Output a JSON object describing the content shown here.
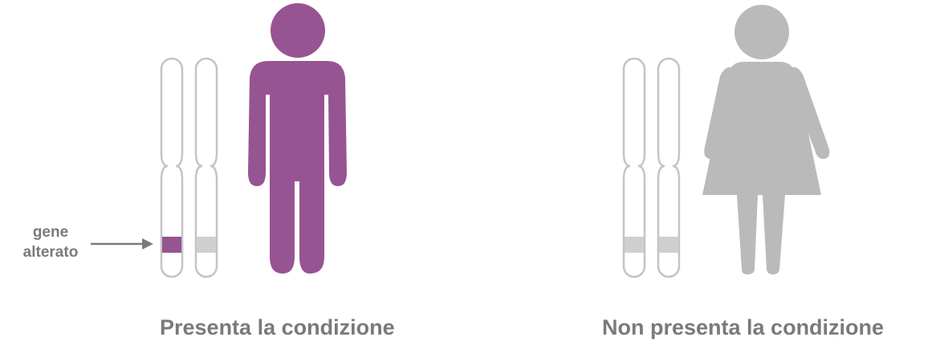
{
  "panels": [
    {
      "id": "affected-male",
      "caption": "Presenta la condizione",
      "figure": "male",
      "figure_color": "#975492",
      "altered_gene_color": "#975492",
      "normal_gene_color": "#cfcfcf"
    },
    {
      "id": "unaffected-female",
      "caption": "Non presenta la condizione",
      "figure": "female",
      "figure_color": "#bababa",
      "normal_gene_color": "#cfcfcf"
    }
  ],
  "annotation": {
    "line1": "gene",
    "line2": "alterato"
  },
  "colors": {
    "chromosome_outline": "#c4c4c4",
    "arrow": "#7a7a7a",
    "text": "#7a7a7a"
  }
}
